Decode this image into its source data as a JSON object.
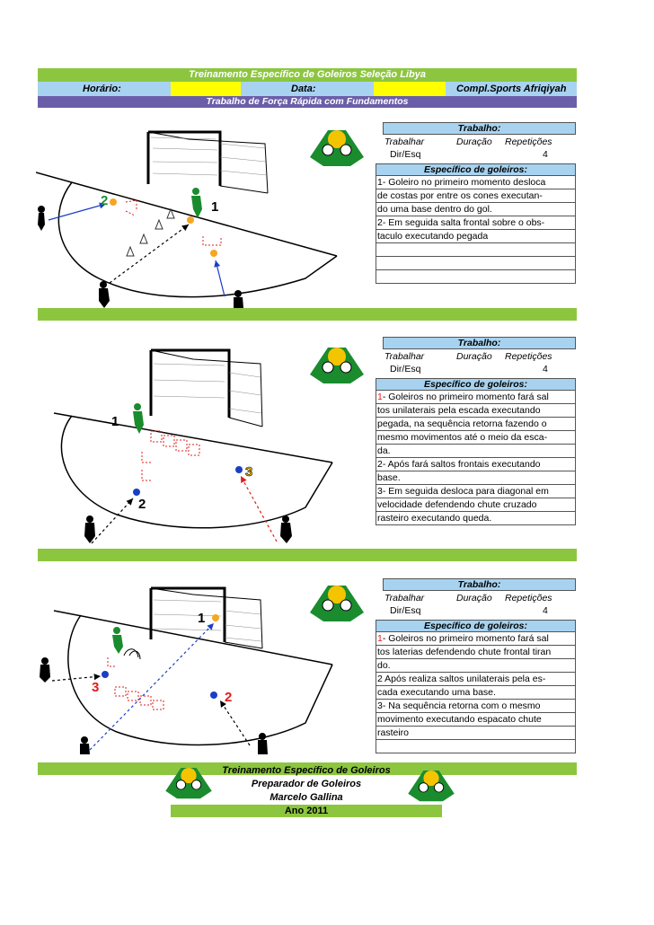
{
  "header": {
    "title": "Treinamento Específico de Goleiros Seleção Libya",
    "horario_label": "Horário:",
    "data_label": "Data:",
    "location": "Compl.Sports Afriqiyah",
    "subtitle": "Trabalho de Força Rápida com Fundamentos"
  },
  "colors": {
    "green": "#8cc63f",
    "blue": "#a7d3f0",
    "purple": "#6b5ea8",
    "yellow": "#ffff00"
  },
  "exercises": [
    {
      "trabalho_label": "Trabalho:",
      "col_trabalhar": "Trabalhar",
      "col_duracao": "Duração",
      "col_repeticoes": "Repetições",
      "side": "Dir/Esq",
      "reps": "4",
      "spec_label": "Específico de goleiros:",
      "lines": [
        {
          "pre": "",
          "text": "1- Goleiro no primeiro momento desloca"
        },
        {
          "pre": "",
          "text": "de costas por entre os cones executan-"
        },
        {
          "pre": "",
          "text": "do uma base dentro do gol."
        },
        {
          "pre": "",
          "text": "2- Em seguida salta frontal sobre o obs-"
        },
        {
          "pre": "",
          "text": "taculo executando pegada"
        },
        {
          "pre": "",
          "text": ""
        },
        {
          "pre": "",
          "text": ""
        },
        {
          "pre": "",
          "text": ""
        }
      ],
      "markers": [
        "2",
        "1"
      ]
    },
    {
      "trabalho_label": "Trabalho:",
      "col_trabalhar": "Trabalhar",
      "col_duracao": "Duração",
      "col_repeticoes": "Repetições",
      "side": "Dir/Esq",
      "reps": "4",
      "spec_label": "Específico de goleiros:",
      "lines": [
        {
          "pre": "1",
          "text": "- Goleiros no primeiro momento fará sal"
        },
        {
          "pre": "",
          "text": "tos unilaterais pela escada executando"
        },
        {
          "pre": "",
          "text": "pegada, na sequência retorna fazendo o"
        },
        {
          "pre": "",
          "text": "mesmo movimentos até o meio da esca-"
        },
        {
          "pre": "",
          "text": "da."
        },
        {
          "pre": "",
          "text": "2- Após fará saltos frontais executando"
        },
        {
          "pre": "",
          "text": "base."
        },
        {
          "pre": "",
          "text": "3- Em seguida desloca para diagonal em"
        },
        {
          "pre": "",
          "text": "velocidade defendendo chute cruzado"
        },
        {
          "pre": "",
          "text": "rasteiro executando queda."
        }
      ],
      "markers": [
        "1",
        "3",
        "2"
      ]
    },
    {
      "trabalho_label": "Trabalho:",
      "col_trabalhar": "Trabalhar",
      "col_duracao": "Duração",
      "col_repeticoes": "Repetições",
      "side": "Dir/Esq",
      "reps": "4",
      "spec_label": "Específico de goleiros:",
      "lines": [
        {
          "pre": "1",
          "text": "- Goleiros no primeiro momento fará sal"
        },
        {
          "pre": "",
          "text": "tos laterias defendendo chute frontal tiran"
        },
        {
          "pre": "",
          "text": "do."
        },
        {
          "pre": "",
          "text": "2 Após realiza saltos unilaterais pela es-"
        },
        {
          "pre": "",
          "text": "cada executando uma base."
        },
        {
          "pre": "",
          "text": "3- Na sequência retorna com o mesmo"
        },
        {
          "pre": "",
          "text": "movimento executando espacato chute"
        },
        {
          "pre": "",
          "text": "rasteiro"
        },
        {
          "pre": "",
          "text": ""
        }
      ],
      "markers": [
        "1",
        "3",
        "2"
      ]
    }
  ],
  "footer": {
    "line1": "Treinamento Específico de Goleiros",
    "line2": "Preparador de Goleiros",
    "line3": "Marcelo Gallina",
    "line4": "Ano 2011"
  },
  "icons": [
    "team-logo-icon",
    "goal-icon",
    "player-icon",
    "cone-icon",
    "ball-icon",
    "hurdle-icon"
  ]
}
